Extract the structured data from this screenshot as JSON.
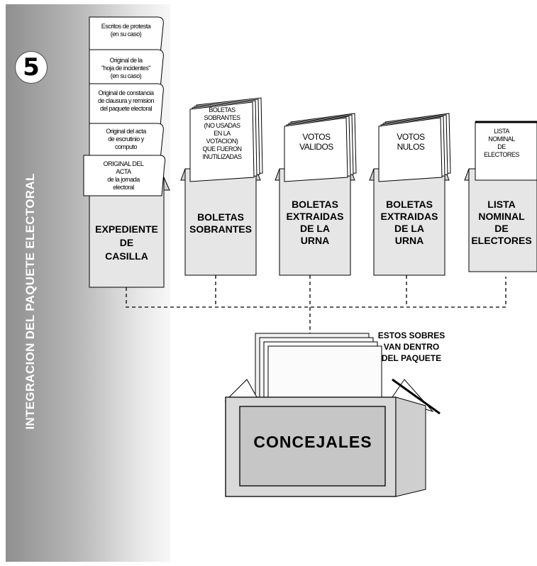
{
  "step_number": "5",
  "side_title": "INTEGRACION DEL  PAQUETE  ELECTORAL",
  "expediente": {
    "label": "EXPEDIENTE\nDE\nCASILLA",
    "documents": [
      "Escritos de protesta\n(en su caso)",
      "Original de la\n\"hoja de incidentes\"\n(en su caso)",
      "Original de constancia\nde clausura y remision\ndel paquete electoral",
      "Original del acta\nde escrutinio y\ncomputo",
      "ORIGINAL DEL\nACTA\nde la jornada\nelectoral"
    ]
  },
  "sobrantes": {
    "label": "BOLETAS\nSOBRANTES",
    "paper": "BOLETAS\nSOBRANTES\n(NO USADAS\nEN LA\nVOTACION)\nQUE FUERON\nINUTILIZADAS"
  },
  "validos": {
    "label": "BOLETAS\nEXTRAIDAS\nDE LA\nURNA",
    "paper": "VOTOS\nVALIDOS"
  },
  "nulos": {
    "label": "BOLETAS\nEXTRAIDAS\nDE LA\nURNA",
    "paper": "VOTOS\nNULOS"
  },
  "lista": {
    "label": "LISTA\nNOMINAL\nDE\nELECTORES",
    "paper": "LISTA\nNOMINAL\nDE\nELECTORES"
  },
  "note": "ESTOS SOBRES\nVAN DENTRO\nDEL PAQUETE",
  "box_label": "CONCEJALES"
}
